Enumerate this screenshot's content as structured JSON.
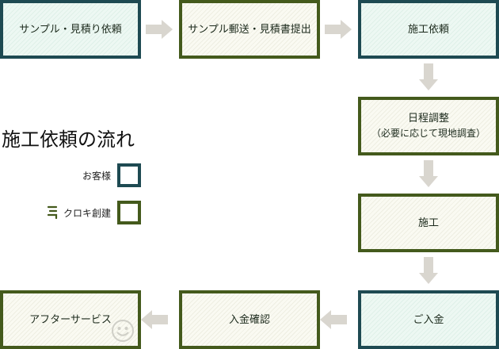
{
  "heading": "施工依頼の流れ",
  "legend": {
    "customer_label": "お客様",
    "kuroki_label": "クロキ創建",
    "customer_color": "#1e4a52",
    "kuroki_color": "#445a1c"
  },
  "steps": [
    {
      "label": "サンプル・見積り依頼",
      "owner": "customer"
    },
    {
      "label": "サンプル郵送・見積書提出",
      "owner": "kuroki"
    },
    {
      "label": "施工依頼",
      "owner": "customer"
    },
    {
      "label": "日程調整",
      "sub": "（必要に応じて現地調査）",
      "owner": "kuroki"
    },
    {
      "label": "施工",
      "owner": "kuroki"
    },
    {
      "label": "ご入金",
      "owner": "customer"
    },
    {
      "label": "入金確認",
      "owner": "kuroki"
    },
    {
      "label": "アフターサービス",
      "owner": "kuroki",
      "icon": "smiley-icon"
    }
  ],
  "arrow_color": "#d9d6cf"
}
